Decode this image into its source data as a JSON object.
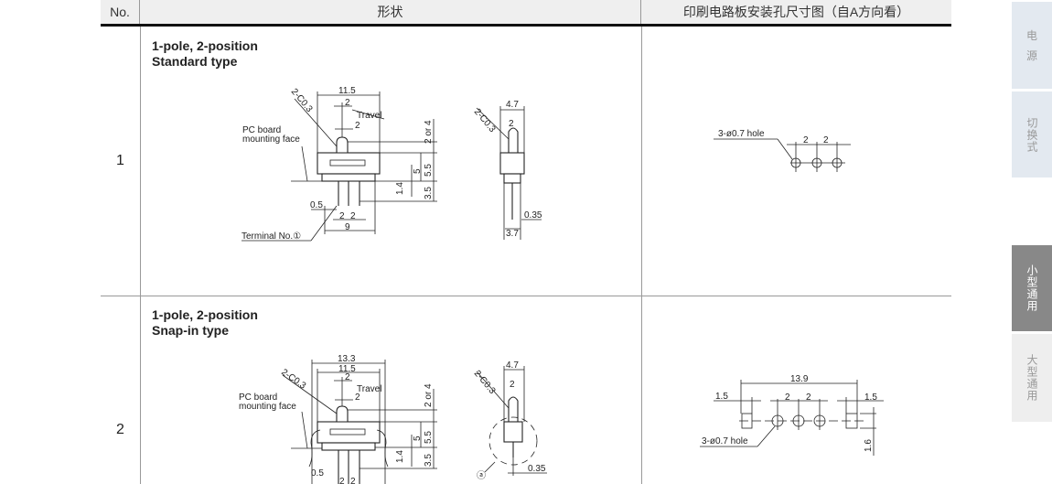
{
  "header": {
    "no": "No.",
    "shape": "形状",
    "pcb": "印刷电路板安装孔尺寸图（自A方向看）"
  },
  "rows": [
    {
      "no": "1",
      "title1": "1-pole, 2-position",
      "title2": "Standard type",
      "labels": {
        "c03": "2-C0.3",
        "w115": "11.5",
        "d2a": "2",
        "travel": "Travel",
        "d2b": "2",
        "pc1": "PC board",
        "pc2": "mounting  face",
        "h2or4": "2 or 4",
        "h5": "5",
        "h55": "5.5",
        "h14": "1.4",
        "h35": "3.5",
        "t05": "0.5",
        "p2a": "2",
        "p2b": "2",
        "w9": "9",
        "terminal": "Terminal  No.①",
        "s47": "4.7",
        "sc03": "2-C0.3",
        "s2": "2",
        "s035": "0.35",
        "s37": "3.7"
      },
      "hole": {
        "label": "3-ø0.7 hole",
        "p1": "2",
        "p2": "2"
      }
    },
    {
      "no": "2",
      "title1": "1-pole, 2-position",
      "title2": "Snap-in type",
      "labels": {
        "w133": "13.3",
        "c03": "2-C0.3",
        "w115": "11.5",
        "d2a": "2",
        "travel": "Travel",
        "d2b": "2",
        "pc1": "PC board",
        "pc2": "mounting  face",
        "h2or4": "2 or 4",
        "h5": "5",
        "h55": "5.5",
        "h14": "1.4",
        "h35": "3.5",
        "t05": "0.5",
        "p2a": "2",
        "p2b": "2",
        "s47": "4.7",
        "sc03": "2-C0.3",
        "s2": "2",
        "s035": "0.35",
        "a": "ⓐ"
      },
      "hole": {
        "w139": "13.9",
        "e1": "1.5",
        "e2": "1.5",
        "p1": "2",
        "p2": "2",
        "label": "3-ø0.7 hole",
        "h16": "1.6"
      }
    }
  ],
  "sidebar": [
    {
      "label": "电源",
      "chars": [
        "电",
        "源"
      ],
      "active": false
    },
    {
      "label": "切换式",
      "chars": [
        "切",
        "换",
        "式"
      ],
      "active": false
    },
    {
      "label": "小型通用",
      "chars": [
        "小",
        "型",
        "通",
        "用"
      ],
      "active": true
    },
    {
      "label": "大型通用",
      "chars": [
        "大",
        "型",
        "通",
        "用"
      ],
      "active": false
    }
  ]
}
